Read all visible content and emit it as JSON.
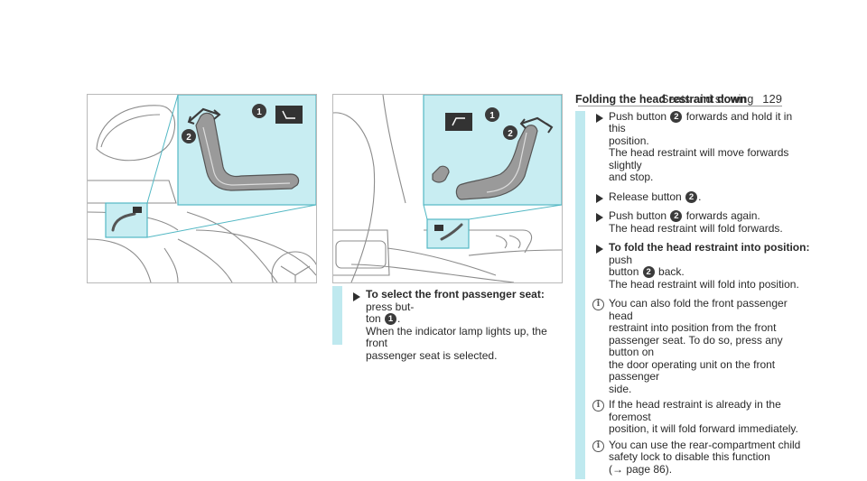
{
  "header": {
    "section": "Seats and stowing",
    "page_number": "129"
  },
  "figure_left": {
    "callouts": [
      "1",
      "2"
    ]
  },
  "figure_right": {
    "callouts": [
      "1",
      "2"
    ]
  },
  "middle_step": {
    "lead": "To select the front passenger seat:",
    "text_a": " press but-",
    "text_b": "ton ",
    "text_c": ".",
    "badge": "1",
    "line2": "When the indicator lamp lights up, the front",
    "line3": "passenger seat is selected."
  },
  "right": {
    "title": "Folding the head restraint down",
    "step1": {
      "a": "Push button ",
      "badge": "2",
      "b": " forwards and hold it in this",
      "c": "position.",
      "d": "The head restraint will move forwards slightly",
      "e": "and stop."
    },
    "step2": {
      "a": "Release button ",
      "badge": "2",
      "b": "."
    },
    "step3": {
      "a": "Push button ",
      "badge": "2",
      "b": " forwards again.",
      "c": "The head restraint will fold forwards."
    },
    "step4": {
      "lead": "To fold the head restraint into position:",
      "a": " push",
      "b": "button ",
      "badge": "2",
      "c": " back.",
      "d": "The head restraint will fold into position."
    },
    "note1": {
      "a": "You can also fold the front passenger head",
      "b": "restraint into position from the front",
      "c": "passenger seat. To do so, press any button on",
      "d": "the door operating unit on the front passenger",
      "e": "side."
    },
    "note2": {
      "a": "If the head restraint is already in the foremost",
      "b": "position, it will fold forward immediately."
    },
    "note3": {
      "a": "You can use the rear-compartment child",
      "b": "safety lock to disable this function",
      "c": "(→ page 86)."
    }
  },
  "colors": {
    "accent": "#bfe9ef",
    "highlight_panel": "#c8edf2",
    "highlight_stroke": "#53b8c4",
    "badge": "#3b3b3b"
  }
}
